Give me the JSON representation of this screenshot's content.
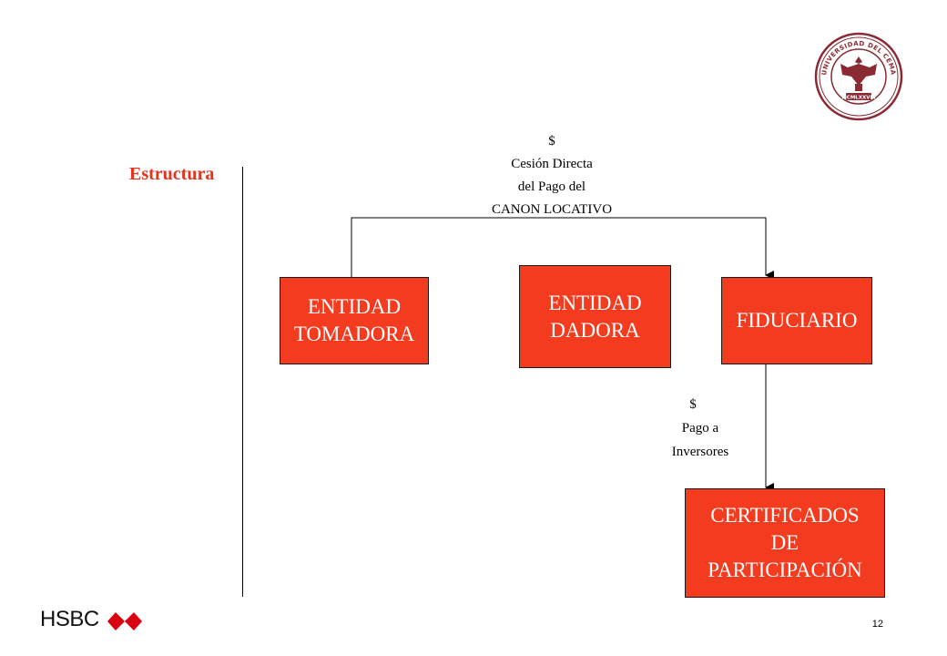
{
  "slide": {
    "title": "Estructura",
    "page_number": "12"
  },
  "brand": {
    "hsbc_text": "HSBC",
    "seal_text_top": "UNIVERSIDAD DEL CEMA",
    "seal_text_bottom": "MCMLXXVIII"
  },
  "colors": {
    "box_fill": "#f23b1f",
    "title_red": "#e8321e",
    "seal_maroon": "#8b2a32",
    "hsbc_red": "#db0011"
  },
  "diagram": {
    "nodes": {
      "tomadora": [
        "ENTIDAD",
        "TOMADORA"
      ],
      "dadora": [
        "ENTIDAD",
        "DADORA"
      ],
      "fiduciario": [
        "FIDUCIARIO"
      ],
      "certificados": [
        "CERTIFICADOS",
        "DE",
        "PARTICIPACIÓN"
      ]
    },
    "edges": {
      "cesion": [
        "$",
        "Cesión Directa",
        "del Pago del",
        "CANON LOCATIVO"
      ],
      "pago": [
        "$",
        "Pago a",
        "Inversores"
      ]
    }
  }
}
